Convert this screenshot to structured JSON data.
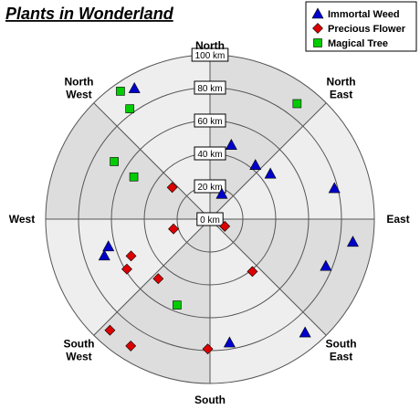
{
  "chart_data": {
    "type": "polar-scatter",
    "title": "Plants in Wonderland",
    "radial_axis": {
      "range": [
        0,
        100
      ],
      "tick_labels": [
        "0 km",
        "20 km",
        "40 km",
        "60 km",
        "80 km",
        "100 km"
      ],
      "tick_values": [
        0,
        20,
        40,
        60,
        80,
        100
      ]
    },
    "angular_axis": {
      "labels": [
        "North",
        "North East",
        "East",
        "South East",
        "South",
        "South West",
        "West",
        "North West"
      ],
      "label_lines": [
        [
          "North"
        ],
        [
          "North",
          "East"
        ],
        [
          "East"
        ],
        [
          "South",
          "East"
        ],
        [
          "South"
        ],
        [
          "South",
          "West"
        ],
        [
          "West"
        ],
        [
          "North",
          "West"
        ]
      ],
      "angles_deg": [
        0,
        45,
        90,
        135,
        180,
        225,
        270,
        315
      ],
      "direction": "clockwise",
      "zero": "top"
    },
    "grid": true,
    "legend_position": "top-right",
    "colors": {
      "band_light": "#eeeeee",
      "band_dark": "#dddddd",
      "grid_line": "#555555",
      "immortal_weed": "#0000cc",
      "precious_flower": "#dd0000",
      "magical_tree": "#00cc00"
    },
    "series": [
      {
        "name": "Immortal Weed",
        "marker": "triangle",
        "color": "#0000cc",
        "points": [
          {
            "angle": 330,
            "r": 92
          },
          {
            "angle": 16,
            "r": 47
          },
          {
            "angle": 40,
            "r": 43
          },
          {
            "angle": 53,
            "r": 46
          },
          {
            "angle": 76,
            "r": 78
          },
          {
            "angle": 99,
            "r": 88
          },
          {
            "angle": 112,
            "r": 76
          },
          {
            "angle": 140,
            "r": 90
          },
          {
            "angle": 171,
            "r": 76
          },
          {
            "angle": 25,
            "r": 17
          },
          {
            "angle": 251,
            "r": 68
          },
          {
            "angle": 255,
            "r": 64
          }
        ]
      },
      {
        "name": "Precious Flower",
        "marker": "diamond",
        "color": "#dd0000",
        "points": [
          {
            "angle": 116,
            "r": 10
          },
          {
            "angle": 141,
            "r": 41
          },
          {
            "angle": 181,
            "r": 79
          },
          {
            "angle": 212,
            "r": 91
          },
          {
            "angle": 222,
            "r": 91
          },
          {
            "angle": 221,
            "r": 48
          },
          {
            "angle": 239,
            "r": 59
          },
          {
            "angle": 245,
            "r": 53
          },
          {
            "angle": 255,
            "r": 23
          },
          {
            "angle": 310,
            "r": 30
          }
        ]
      },
      {
        "name": "Magical Tree",
        "marker": "square",
        "color": "#00cc00",
        "points": [
          {
            "angle": 325,
            "r": 95
          },
          {
            "angle": 324,
            "r": 83
          },
          {
            "angle": 301,
            "r": 68
          },
          {
            "angle": 299,
            "r": 53
          },
          {
            "angle": 37,
            "r": 88
          },
          {
            "angle": 201,
            "r": 56
          }
        ]
      }
    ]
  }
}
